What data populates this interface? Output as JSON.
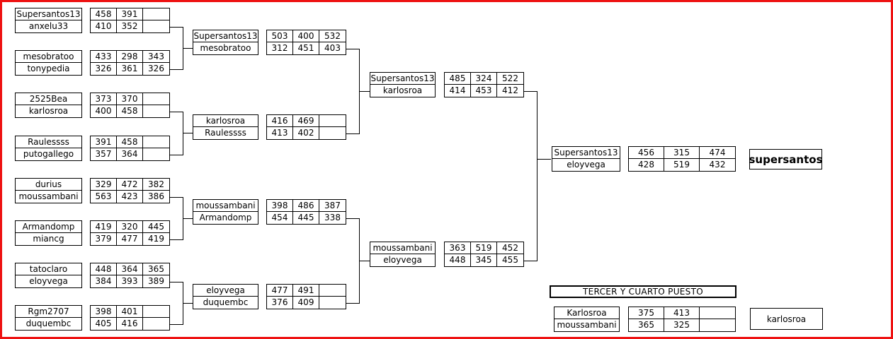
{
  "tournament": {
    "champion_label": "supersantos",
    "third_place_header": "TERCER Y CUARTO PUESTO",
    "third_place_winner": "karlosroa"
  },
  "rounds": [
    {
      "name": "round-of-16",
      "matches": [
        {
          "id": "r1m1",
          "players": [
            "Supersantos13",
            "anxelu33"
          ],
          "scores": [
            [
              "458",
              "391",
              ""
            ],
            [
              "410",
              "352",
              ""
            ]
          ]
        },
        {
          "id": "r1m2",
          "players": [
            "mesobratoo",
            "tonypedia"
          ],
          "scores": [
            [
              "433",
              "298",
              "343"
            ],
            [
              "326",
              "361",
              "326"
            ]
          ]
        },
        {
          "id": "r1m3",
          "players": [
            "2525Bea",
            "karlosroa"
          ],
          "scores": [
            [
              "373",
              "370",
              ""
            ],
            [
              "400",
              "458",
              ""
            ]
          ]
        },
        {
          "id": "r1m4",
          "players": [
            "Raulessss",
            "putogallego"
          ],
          "scores": [
            [
              "391",
              "458",
              ""
            ],
            [
              "357",
              "364",
              ""
            ]
          ]
        },
        {
          "id": "r1m5",
          "players": [
            "durius",
            "moussambani"
          ],
          "scores": [
            [
              "329",
              "472",
              "382"
            ],
            [
              "563",
              "423",
              "386"
            ]
          ]
        },
        {
          "id": "r1m6",
          "players": [
            "Armandomp",
            "miancg"
          ],
          "scores": [
            [
              "419",
              "320",
              "445"
            ],
            [
              "379",
              "477",
              "419"
            ]
          ]
        },
        {
          "id": "r1m7",
          "players": [
            "tatoclaro",
            "eloyvega"
          ],
          "scores": [
            [
              "448",
              "364",
              "365"
            ],
            [
              "384",
              "393",
              "389"
            ]
          ]
        },
        {
          "id": "r1m8",
          "players": [
            "Rgm2707",
            "duquembc"
          ],
          "scores": [
            [
              "398",
              "401",
              ""
            ],
            [
              "405",
              "416",
              ""
            ]
          ]
        }
      ]
    },
    {
      "name": "quarter-finals",
      "matches": [
        {
          "id": "r2m1",
          "players": [
            "Supersantos13",
            "mesobratoo"
          ],
          "scores": [
            [
              "503",
              "400",
              "532"
            ],
            [
              "312",
              "451",
              "403"
            ]
          ]
        },
        {
          "id": "r2m2",
          "players": [
            "karlosroa",
            "Raulessss"
          ],
          "scores": [
            [
              "416",
              "469",
              ""
            ],
            [
              "413",
              "402",
              ""
            ]
          ]
        },
        {
          "id": "r2m3",
          "players": [
            "moussambani",
            "Armandomp"
          ],
          "scores": [
            [
              "398",
              "486",
              "387"
            ],
            [
              "454",
              "445",
              "338"
            ]
          ]
        },
        {
          "id": "r2m4",
          "players": [
            "eloyvega",
            "duquembc"
          ],
          "scores": [
            [
              "477",
              "491",
              ""
            ],
            [
              "376",
              "409",
              ""
            ]
          ]
        }
      ]
    },
    {
      "name": "semi-finals",
      "matches": [
        {
          "id": "r3m1",
          "players": [
            "Supersantos13",
            "karlosroa"
          ],
          "scores": [
            [
              "485",
              "324",
              "522"
            ],
            [
              "414",
              "453",
              "412"
            ]
          ]
        },
        {
          "id": "r3m2",
          "players": [
            "moussambani",
            "eloyvega"
          ],
          "scores": [
            [
              "363",
              "519",
              "452"
            ],
            [
              "448",
              "345",
              "455"
            ]
          ]
        }
      ]
    },
    {
      "name": "final",
      "matches": [
        {
          "id": "r4m1",
          "players": [
            "Supersantos13",
            "eloyvega"
          ],
          "scores": [
            [
              "456",
              "315",
              "474"
            ],
            [
              "428",
              "519",
              "432"
            ]
          ]
        }
      ]
    },
    {
      "name": "third-place",
      "matches": [
        {
          "id": "r5m1",
          "players": [
            "Karlosroa",
            "moussambani"
          ],
          "scores": [
            [
              "375",
              "413",
              ""
            ],
            [
              "365",
              "325",
              ""
            ]
          ]
        }
      ]
    }
  ],
  "colors": {
    "border_accent": "#ee1111",
    "line": "#000000",
    "background": "#ffffff"
  }
}
